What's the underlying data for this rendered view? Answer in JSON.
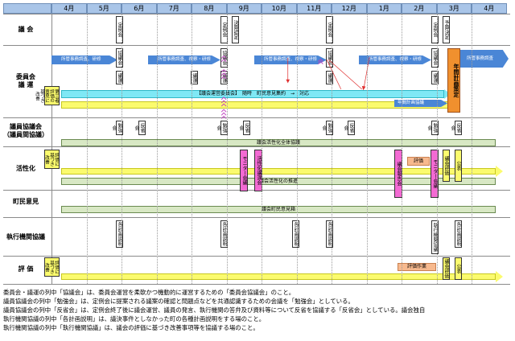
{
  "months": [
    "4月",
    "5月",
    "6月",
    "7月",
    "8月",
    "9月",
    "10月",
    "11月",
    "12月",
    "1月",
    "2月",
    "3月",
    "4月"
  ],
  "rows": {
    "gikai": "議 会",
    "iinkai": "委員会\n議 運",
    "kyogikai": "議員協議会\n（議員間協議）",
    "kasseika": "活性化",
    "chomin": "町民意見",
    "shikkou": "執行機関協議",
    "hyouka": "評 価"
  },
  "gikai": {
    "teireikai": "定例会",
    "kessan": "決算認定",
    "yosan": "予算決定"
  },
  "iinkai": {
    "arrow1": "所管事務調査、研修",
    "arrow2": "所管事務調査、視察・研修",
    "arrow3": "所管事務調査、視察・研修",
    "arrow4": "所管事務調査、視察・研修",
    "arrow5": "所管事務調査",
    "kyougikai": "協議会",
    "giun": "議運",
    "improve": "第三者評価の意見に基づき改善",
    "cyan_bar": "【議会運営委員会】　随時　町民意見集約　→　対応",
    "plan_bar": "年間計画協議",
    "annual_plan": "年間計画策定"
  },
  "kyogikai": {
    "benkyo": "勉強会",
    "hansei": "反省会",
    "bar": "議会活性化全体協議"
  },
  "kasseika": {
    "improve": "評価に基づき改善",
    "monitor_meeting": "モニター会議",
    "kasseika_kougi": "活性化講演会",
    "gikai_houkoku": "議会報告会",
    "hyouka": "評価",
    "gikai_hyouka": "議会評価",
    "kouhyou": "公表",
    "bar": "議会活性化の推進"
  },
  "chomin": {
    "bar": "議会町民意見箱"
  },
  "shikkou": {
    "kakukeikaku": "各計画説明",
    "kyougi": "執行機関協議"
  },
  "hyouka": {
    "improve": "評価に基づき改善",
    "work": "評価作業",
    "gikai_hyouka": "議会評価",
    "kouhyou": "公表"
  },
  "notes": [
    "委員会・議運の列中「協議会」は、委員会運営を柔軟かつ機動的に運営するための「委員会協議会」のこと。",
    "議員協議会の列中「勉強会」は、定例会に提案される議案の確認と問題点などを共通認識するための会議を「勉強会」としている。",
    "議員協議会の列中「反省会」は、定例会終了後に議会運営、議員の発言、執行機関の答弁及び資料等について反省を協議する「反省会」としている。議会独自",
    "執行機関協議の列中「各計画説明」は、議決事件としなかった町の各種計画説明をする場のこと。",
    "執行機関協議の列中「執行機関協議」は、議会の評価に基づき改善事項等を協議する場のこと。"
  ],
  "colors": {
    "header": "#a9c5e8",
    "blue_arrow": "#4a86d6",
    "cyan": "#7fe8f5",
    "yellow": "#fbfb6e",
    "green": "#d8e8c4",
    "magenta": "#f36ad3",
    "red": "#e03030"
  }
}
